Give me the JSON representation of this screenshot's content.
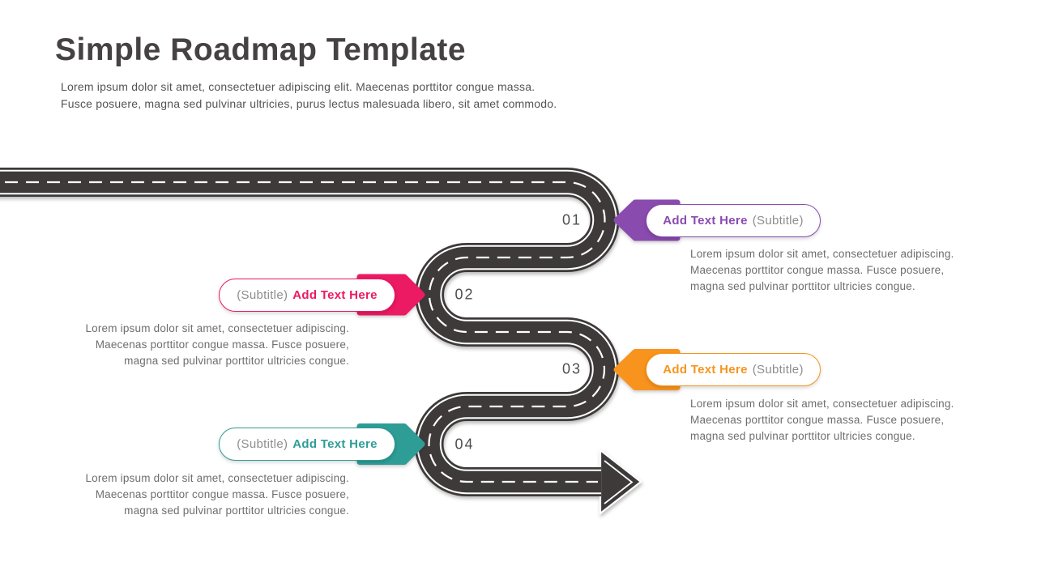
{
  "header": {
    "title": "Simple Roadmap Template",
    "subtitle": "Lorem ipsum dolor sit amet, consectetuer adipiscing elit. Maecenas porttitor congue massa.\nFusce posuere, magna sed pulvinar ultricies, purus lectus malesuada libero, sit amet commodo."
  },
  "colors": {
    "road": "#3E3A3A",
    "road_marking": "#FFFFFF",
    "number_text": "#4F4F4F"
  },
  "milestones": [
    {
      "number": "01",
      "side": "right",
      "accent": "#8A4BAF",
      "label": "Add Text Here",
      "subtitle": "(Subtitle)",
      "description": "Lorem ipsum dolor sit amet, consectetuer adipiscing.\nMaecenas porttitor congue massa. Fusce posuere,\nmagna sed pulvinar porttitor ultricies congue."
    },
    {
      "number": "02",
      "side": "left",
      "accent": "#EC1963",
      "label": "Add Text Here",
      "subtitle": "(Subtitle)",
      "description": "Lorem ipsum dolor sit amet, consectetuer adipiscing.\nMaecenas porttitor congue massa. Fusce posuere,\nmagna sed pulvinar porttitor ultricies congue."
    },
    {
      "number": "03",
      "side": "right",
      "accent": "#F8941D",
      "label": "Add Text Here",
      "subtitle": "(Subtitle)",
      "description": "Lorem ipsum dolor sit amet, consectetuer adipiscing.\nMaecenas porttitor congue massa. Fusce posuere,\nmagna sed pulvinar porttitor ultricies congue."
    },
    {
      "number": "04",
      "side": "left",
      "accent": "#2E9D96",
      "label": "Add Text Here",
      "subtitle": "(Subtitle)",
      "description": "Lorem ipsum dolor sit amet, consectetuer adipiscing.\nMaecenas porttitor congue massa. Fusce posuere,\nmagna sed pulvinar porttitor ultricies congue."
    }
  ]
}
